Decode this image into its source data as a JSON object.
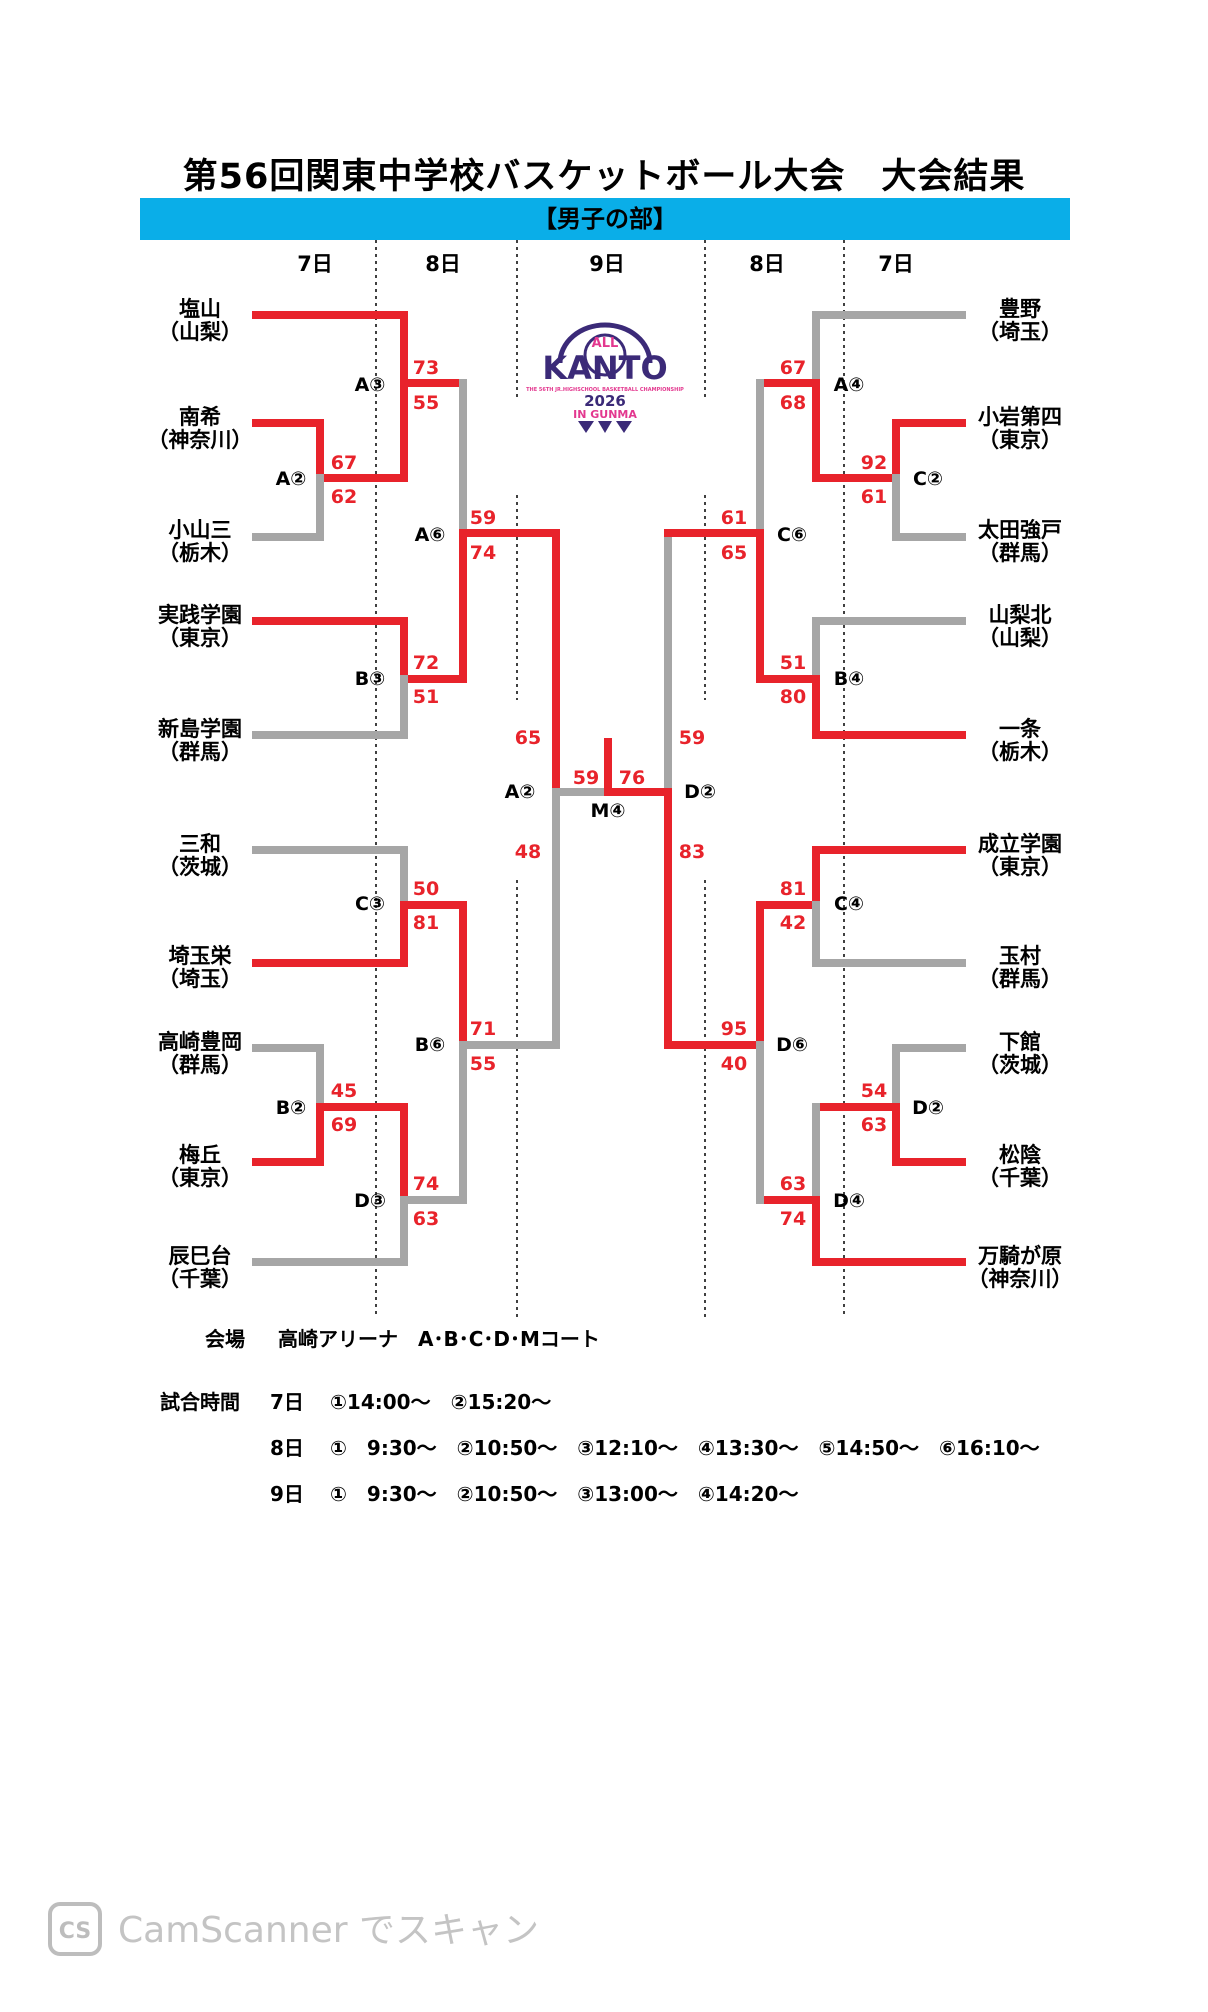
{
  "title": "第56回関東中学校バスケットボール大会　大会結果",
  "division": "【男子の部】",
  "days": {
    "d7": "7日",
    "d8": "8日",
    "d9": "9日"
  },
  "colors": {
    "winner": "#e8232b",
    "loser": "#a6a6a6",
    "banner": "#0aaee8"
  },
  "teams_left": [
    {
      "name": "塩山",
      "pref": "（山梨）"
    },
    {
      "name": "南希",
      "pref": "（神奈川）"
    },
    {
      "name": "小山三",
      "pref": "（栃木）"
    },
    {
      "name": "実践学園",
      "pref": "（東京）"
    },
    {
      "name": "新島学園",
      "pref": "（群馬）"
    },
    {
      "name": "三和",
      "pref": "（茨城）"
    },
    {
      "name": "埼玉栄",
      "pref": "（埼玉）"
    },
    {
      "name": "高崎豊岡",
      "pref": "（群馬）"
    },
    {
      "name": "梅丘",
      "pref": "（東京）"
    },
    {
      "name": "辰巳台",
      "pref": "（千葉）"
    }
  ],
  "teams_right": [
    {
      "name": "豊野",
      "pref": "（埼玉）"
    },
    {
      "name": "小岩第四",
      "pref": "（東京）"
    },
    {
      "name": "太田強戸",
      "pref": "（群馬）"
    },
    {
      "name": "山梨北",
      "pref": "（山梨）"
    },
    {
      "name": "一条",
      "pref": "（栃木）"
    },
    {
      "name": "成立学園",
      "pref": "（東京）"
    },
    {
      "name": "玉村",
      "pref": "（群馬）"
    },
    {
      "name": "下館",
      "pref": "（茨城）"
    },
    {
      "name": "松陰",
      "pref": "（千葉）"
    },
    {
      "name": "万騎が原",
      "pref": "（神奈川）"
    }
  ],
  "games": {
    "A2L": {
      "label": "A②",
      "top": "67",
      "bottom": "62"
    },
    "A3": {
      "label": "A③",
      "top": "73",
      "bottom": "55"
    },
    "B3": {
      "label": "B③",
      "top": "72",
      "bottom": "51"
    },
    "A6": {
      "label": "A⑥",
      "top": "59",
      "bottom": "74"
    },
    "C3": {
      "label": "C③",
      "top": "50",
      "bottom": "81"
    },
    "B2": {
      "label": "B②",
      "top": "45",
      "bottom": "69"
    },
    "D3": {
      "label": "D③",
      "top": "74",
      "bottom": "63"
    },
    "B6": {
      "label": "B⑥",
      "top": "71",
      "bottom": "55"
    },
    "A2S": {
      "label": "A②",
      "top": "65",
      "bottom": "48"
    },
    "M4": {
      "label": "M④",
      "left": "59",
      "right": "76"
    },
    "D2S": {
      "label": "D②",
      "top": "59",
      "bottom": "83"
    },
    "A4": {
      "label": "A④",
      "top": "67",
      "bottom": "68"
    },
    "C2": {
      "label": "C②",
      "top": "92",
      "bottom": "61"
    },
    "C6": {
      "label": "C⑥",
      "top": "61",
      "bottom": "65"
    },
    "B4": {
      "label": "B④",
      "top": "51",
      "bottom": "80"
    },
    "C4": {
      "label": "C④",
      "top": "81",
      "bottom": "42"
    },
    "D6": {
      "label": "D⑥",
      "top": "95",
      "bottom": "40"
    },
    "D2R": {
      "label": "D②",
      "top": "54",
      "bottom": "63"
    },
    "D4": {
      "label": "D④",
      "top": "63",
      "bottom": "74"
    }
  },
  "logo": {
    "line1": "ALL",
    "line2": "KANTO",
    "line3": "THE 56TH JR.HIGHSCHOOL BASKETBALL CHAMPIONSHIP",
    "line4": "2026",
    "line5": "IN GUNMA"
  },
  "venue": {
    "label": "会場",
    "text": "高崎アリーナ　A･B･C･D･Mコート"
  },
  "times": {
    "label": "試合時間",
    "rows": [
      {
        "day": "7日",
        "text": "①14:00～　②15:20～"
      },
      {
        "day": "8日",
        "text": "①　9:30～　②10:50～　③12:10～　④13:30～　⑤14:50～　⑥16:10～"
      },
      {
        "day": "9日",
        "text": "①　9:30～　②10:50～　③13:00～　④14:20～"
      }
    ]
  },
  "footer": {
    "badge": "CS",
    "text": "CamScanner でスキャン"
  }
}
